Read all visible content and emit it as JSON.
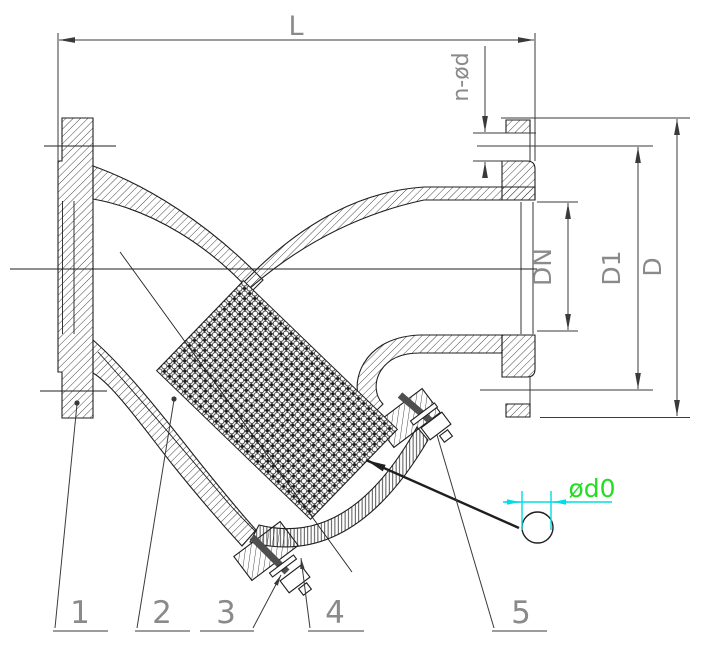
{
  "drawing": {
    "dimensions": {
      "length": "L",
      "bolt_holes": "n-ød",
      "nominal_diameter": "DN",
      "bolt_circle_diameter": "D1",
      "flange_outer_diameter": "D",
      "mesh_wire_diameter": "ød0"
    },
    "callouts": [
      "1",
      "2",
      "3",
      "4",
      "5"
    ],
    "colors": {
      "line": "#1f1f1f",
      "dim_line": "#3a3a3a",
      "label": "#8a8a8a",
      "accent_cyan": "#00dde4",
      "accent_green": "#22dd22",
      "background": "#ffffff"
    }
  }
}
